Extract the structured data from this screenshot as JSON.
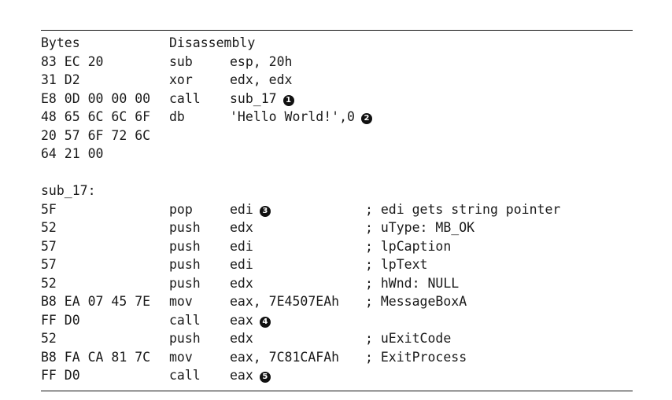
{
  "header": {
    "bytes": "Bytes",
    "disassembly": "Disassembly"
  },
  "rows": [
    {
      "bytes": "83 EC 20",
      "mnemonic": "sub",
      "operands": "esp, 20h",
      "callout": "",
      "comment": ""
    },
    {
      "bytes": "31 D2",
      "mnemonic": "xor",
      "operands": "edx, edx",
      "callout": "",
      "comment": ""
    },
    {
      "bytes": "E8 0D 00 00 00",
      "mnemonic": "call",
      "operands": "sub_17",
      "callout": "1",
      "comment": ""
    },
    {
      "bytes": "48 65 6C 6C 6F",
      "mnemonic": "db",
      "operands": "'Hello World!',0",
      "callout": "2",
      "comment": ""
    },
    {
      "bytes": "20 57 6F 72 6C",
      "mnemonic": "",
      "operands": "",
      "callout": "",
      "comment": ""
    },
    {
      "bytes": "64 21 00",
      "mnemonic": "",
      "operands": "",
      "callout": "",
      "comment": ""
    },
    {
      "bytes": "",
      "mnemonic": "",
      "operands": "",
      "callout": "",
      "comment": ""
    },
    {
      "bytes": "sub_17:",
      "mnemonic": "",
      "operands": "",
      "callout": "",
      "comment": ""
    },
    {
      "bytes": "5F",
      "mnemonic": "pop",
      "operands": "edi",
      "callout": "3",
      "comment": "; edi gets string pointer"
    },
    {
      "bytes": "52",
      "mnemonic": "push",
      "operands": "edx",
      "callout": "",
      "comment": "; uType: MB_OK"
    },
    {
      "bytes": "57",
      "mnemonic": "push",
      "operands": "edi",
      "callout": "",
      "comment": "; lpCaption"
    },
    {
      "bytes": "57",
      "mnemonic": "push",
      "operands": "edi",
      "callout": "",
      "comment": "; lpText"
    },
    {
      "bytes": "52",
      "mnemonic": "push",
      "operands": "edx",
      "callout": "",
      "comment": "; hWnd: NULL"
    },
    {
      "bytes": "B8 EA 07 45 7E",
      "mnemonic": "mov",
      "operands": "eax, 7E4507EAh",
      "callout": "",
      "comment": "; MessageBoxA"
    },
    {
      "bytes": "FF D0",
      "mnemonic": "call",
      "operands": "eax",
      "callout": "4",
      "comment": ""
    },
    {
      "bytes": "52",
      "mnemonic": "push",
      "operands": "edx",
      "callout": "",
      "comment": "; uExitCode"
    },
    {
      "bytes": "B8 FA CA 81 7C",
      "mnemonic": "mov",
      "operands": "eax, 7C81CAFAh",
      "callout": "",
      "comment": "; ExitProcess"
    },
    {
      "bytes": "FF D0",
      "mnemonic": "call",
      "operands": "eax",
      "callout": "5",
      "comment": ""
    }
  ]
}
